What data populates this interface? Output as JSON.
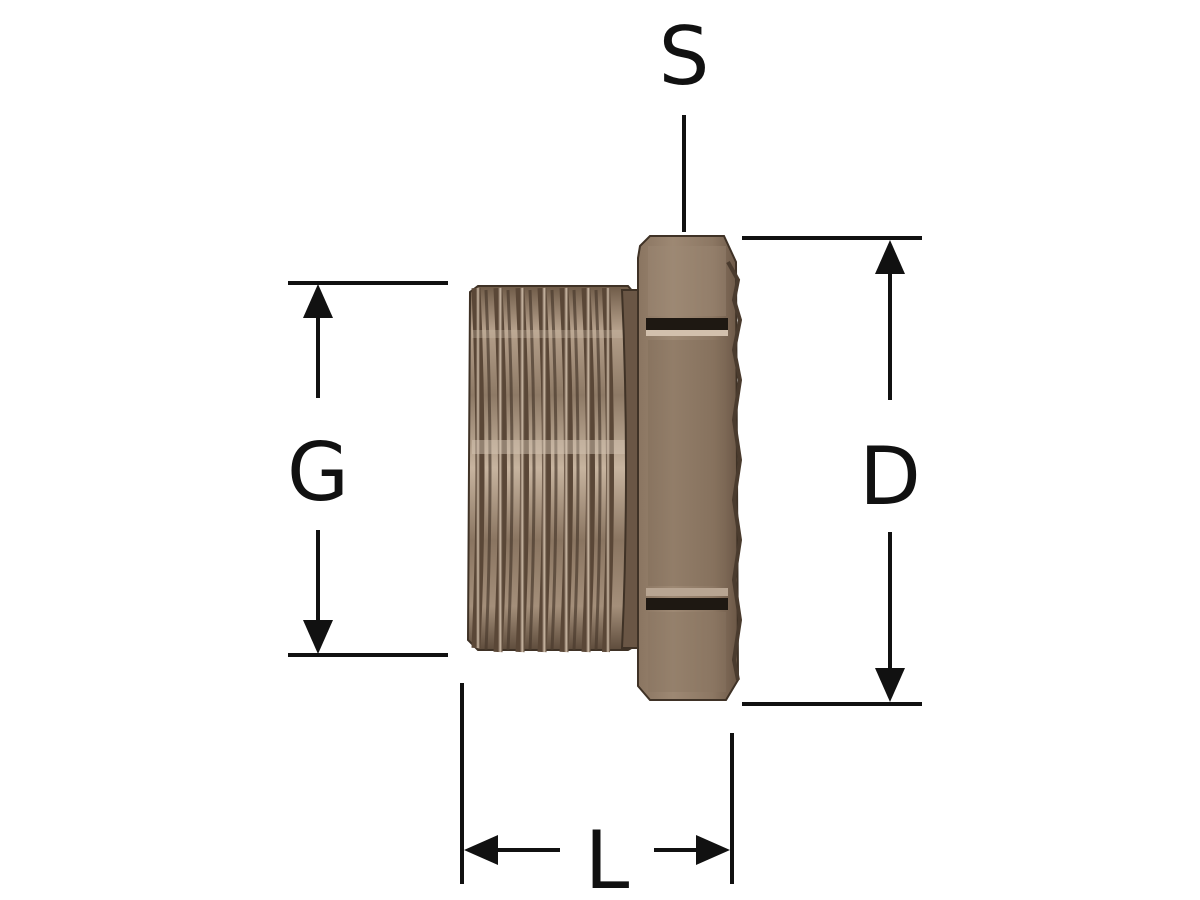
{
  "labels": {
    "s": "S",
    "g": "G",
    "d": "D",
    "l": "L"
  },
  "colors": {
    "line": "#111111",
    "metal_mid": "#8c7660",
    "metal_dark": "#4e3f31",
    "metal_light": "#c8b5a1"
  }
}
